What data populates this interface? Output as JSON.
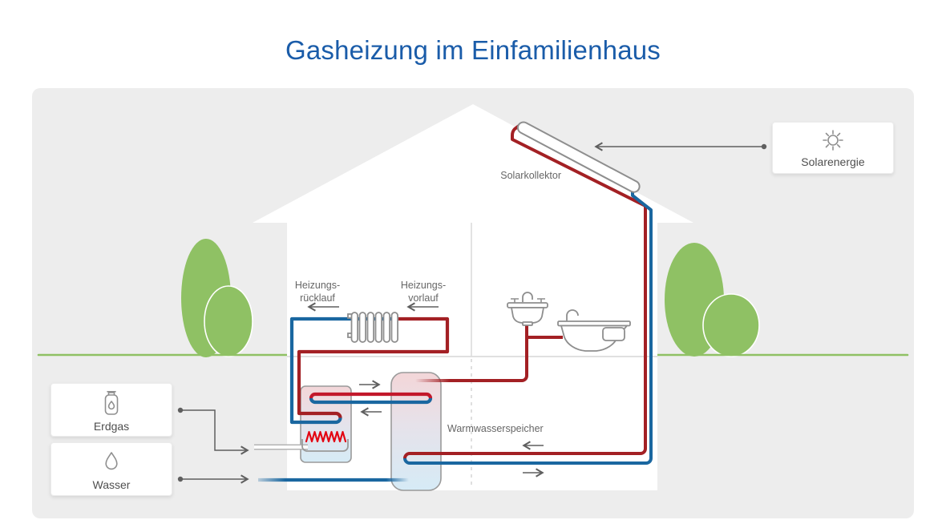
{
  "title": "Gasheizung im Einfamilienhaus",
  "callouts": {
    "solarenergie": {
      "label": "Solarenergie",
      "icon": "sun-icon"
    },
    "erdgas": {
      "label": "Erdgas",
      "icon": "gas-bottle-icon"
    },
    "wasser": {
      "label": "Wasser",
      "icon": "water-drop-icon"
    }
  },
  "diagram_labels": {
    "solarkollektor": "Solarkollektor",
    "heizungs_ruecklauf_line1": "Heizungs-",
    "heizungs_ruecklauf_line2": "rücklauf",
    "heizungs_vorlauf_line1": "Heizungs-",
    "heizungs_vorlauf_line2": "vorlauf",
    "warmwasserspeicher": "Warmwasserspeicher"
  },
  "colors": {
    "title_blue": "#1a5ca9",
    "pipe_hot_red": "#a32024",
    "pipe_cold_blue": "#1a67a0",
    "flame_red": "#e30613",
    "greenery": "#8fc164",
    "panel_background": "#ededed",
    "outline_gray": "#8e8e8e",
    "label_gray": "#666666"
  }
}
